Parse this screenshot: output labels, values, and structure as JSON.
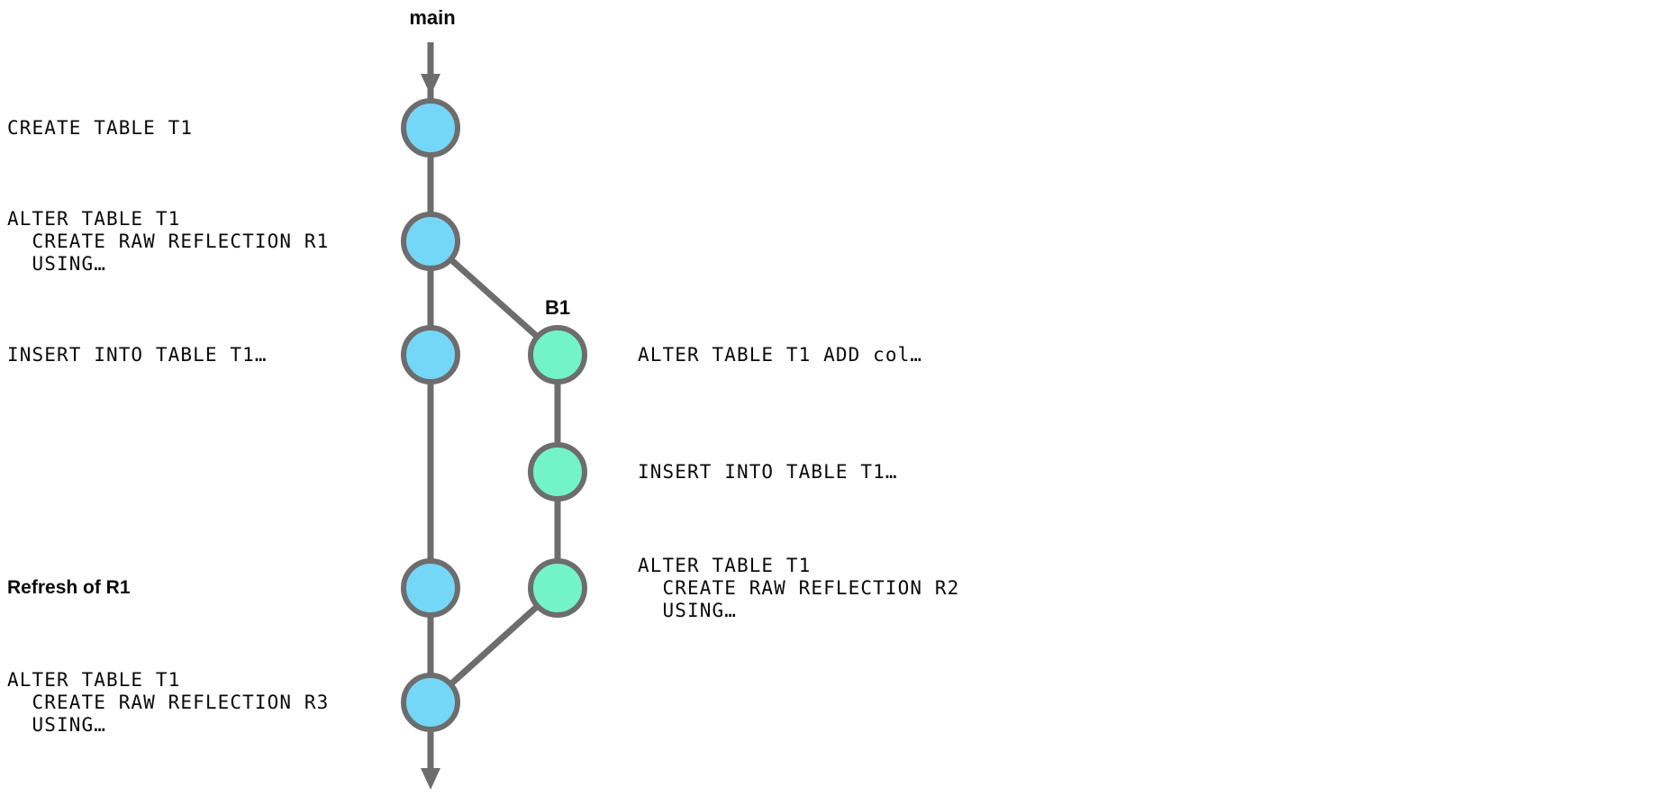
{
  "diagram": {
    "main_branch_label": "main",
    "feature_branch_label": "B1",
    "colors": {
      "main_node_fill": "#75d7f7",
      "branch_node_fill": "#73f4c8",
      "line": "#6d6d6d",
      "text": "#0a0a0a"
    },
    "main_annotations": [
      {
        "text": "CREATE TABLE T1"
      },
      {
        "text": "ALTER TABLE T1\n  CREATE RAW REFLECTION R1\n  USING…"
      },
      {
        "text": "INSERT INTO TABLE T1…"
      },
      {
        "text": "Refresh of R1"
      },
      {
        "text": "ALTER TABLE T1\n  CREATE RAW REFLECTION R3\n  USING…"
      }
    ],
    "branch_annotations": [
      {
        "text": "ALTER TABLE T1 ADD col…"
      },
      {
        "text": "INSERT INTO TABLE T1…"
      },
      {
        "text": "ALTER TABLE T1\n  CREATE RAW REFLECTION R2\n  USING…"
      }
    ]
  }
}
